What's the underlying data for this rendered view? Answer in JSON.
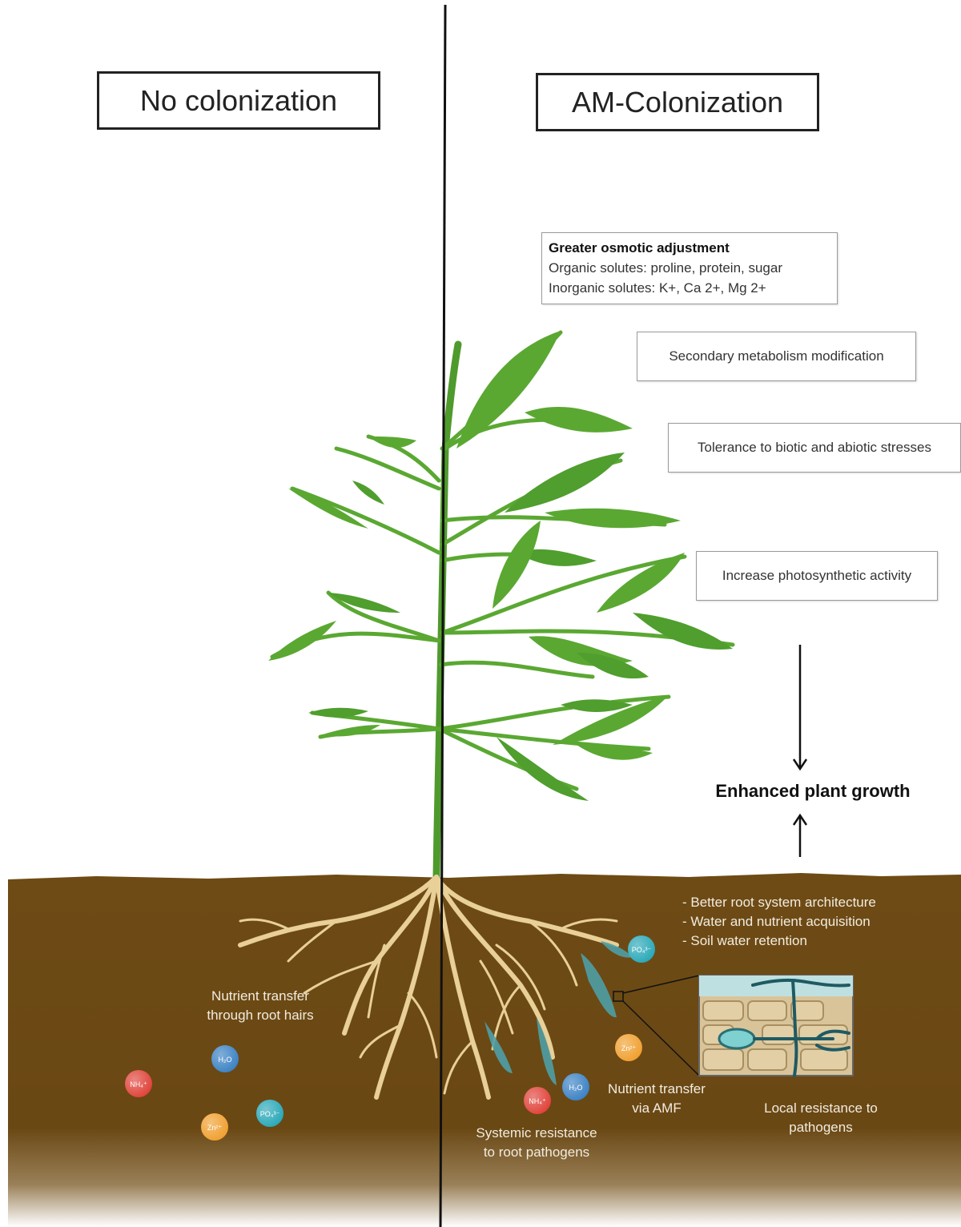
{
  "headers": {
    "left": "No colonization",
    "right": "AM-Colonization"
  },
  "effects": {
    "osmotic": {
      "title": "Greater osmotic adjustment",
      "line1": "Organic solutes: proline, protein, sugar",
      "line2": "Inorganic solutes: K+, Ca 2+, Mg 2+"
    },
    "secondary": "Secondary metabolism modification",
    "tolerance": "Tolerance to biotic and abiotic stresses",
    "photosynthesis": "Increase photosynthetic activity"
  },
  "growth": "Enhanced plant growth",
  "soil_benefits": [
    "- Better root system architecture",
    "- Water and nutrient acquisition",
    "- Soil water retention"
  ],
  "labels": {
    "nutrient_root_hairs": [
      "Nutrient transfer",
      "through root hairs"
    ],
    "nutrient_amf": [
      "Nutrient transfer",
      "via AMF"
    ],
    "local_resistance": [
      "Local resistance to",
      "pathogens"
    ],
    "systemic_resistance": [
      "Systemic resistance",
      "to root pathogens"
    ]
  },
  "ions": {
    "nh4": "NH₄⁺",
    "h2o": "H₂O",
    "zn": "Zn²⁺",
    "po4": "PO₄³⁻"
  },
  "colors": {
    "soil": "#6e4b15",
    "leaf": "#5aa832",
    "leaf_dark": "#3f8a25",
    "root": "#e9cf98",
    "hyphae": "#4f9fa6",
    "ion_nh4": "#e0433a",
    "ion_h2o": "#3b82c4",
    "ion_zn": "#f0a030",
    "ion_po4": "#2aa8b8"
  }
}
